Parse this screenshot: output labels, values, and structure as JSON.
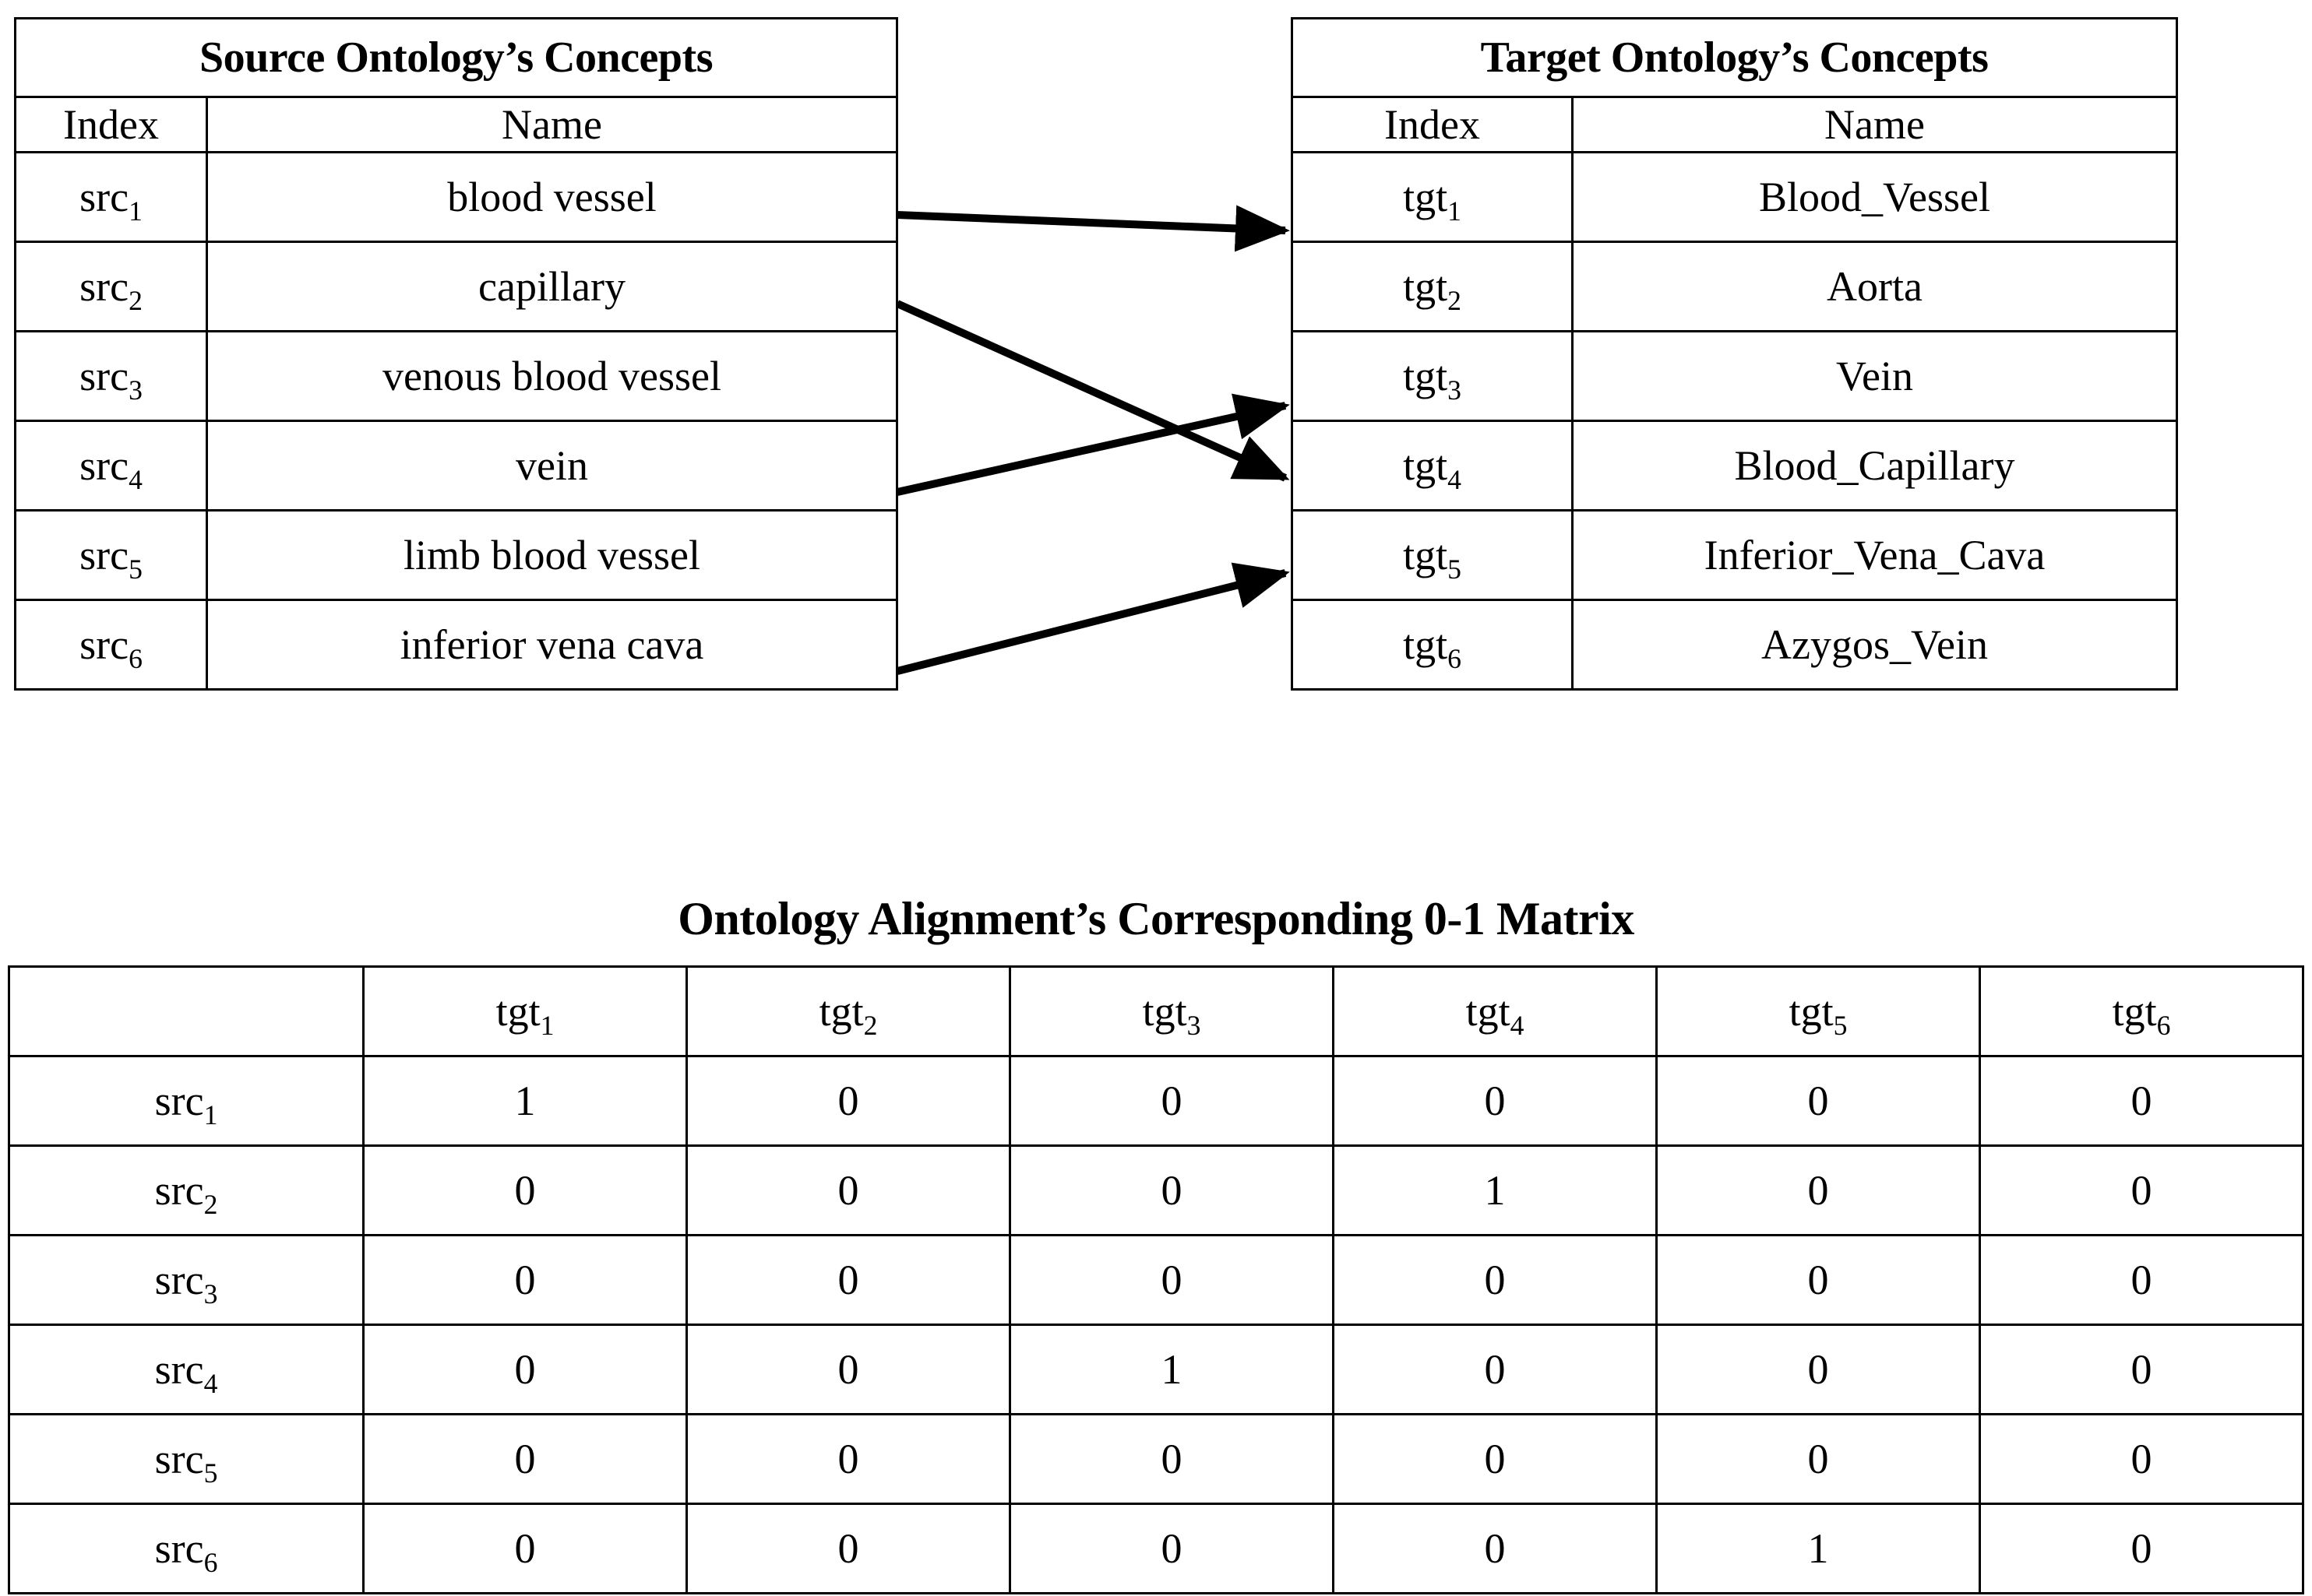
{
  "source_table": {
    "title": "Source Ontology’s Concepts",
    "columns": [
      "Index",
      "Name"
    ],
    "rows": [
      {
        "index_base": "src",
        "index_sub": "1",
        "name": "blood vessel"
      },
      {
        "index_base": "src",
        "index_sub": "2",
        "name": "capillary"
      },
      {
        "index_base": "src",
        "index_sub": "3",
        "name": "venous blood vessel"
      },
      {
        "index_base": "src",
        "index_sub": "4",
        "name": "vein"
      },
      {
        "index_base": "src",
        "index_sub": "5",
        "name": "limb blood vessel"
      },
      {
        "index_base": "src",
        "index_sub": "6",
        "name": "inferior vena cava"
      }
    ]
  },
  "target_table": {
    "title": "Target Ontology’s Concepts",
    "columns": [
      "Index",
      "Name"
    ],
    "rows": [
      {
        "index_base": "tgt",
        "index_sub": "1",
        "name": "Blood_Vessel"
      },
      {
        "index_base": "tgt",
        "index_sub": "2",
        "name": "Aorta"
      },
      {
        "index_base": "tgt",
        "index_sub": "3",
        "name": "Vein"
      },
      {
        "index_base": "tgt",
        "index_sub": "4",
        "name": "Blood_Capillary"
      },
      {
        "index_base": "tgt",
        "index_sub": "5",
        "name": "Inferior_Vena_Cava"
      },
      {
        "index_base": "tgt",
        "index_sub": "6",
        "name": "Azygos_Vein"
      }
    ]
  },
  "alignment_arrows": [
    {
      "from": "src1",
      "to": "tgt1"
    },
    {
      "from": "src2",
      "to": "tgt4"
    },
    {
      "from": "src4",
      "to": "tgt3"
    },
    {
      "from": "src6",
      "to": "tgt5"
    }
  ],
  "matrix": {
    "title": "Ontology Alignment’s Corresponding 0-1 Matrix",
    "corner_label": "",
    "col_headers": [
      {
        "base": "tgt",
        "sub": "1"
      },
      {
        "base": "tgt",
        "sub": "2"
      },
      {
        "base": "tgt",
        "sub": "3"
      },
      {
        "base": "tgt",
        "sub": "4"
      },
      {
        "base": "tgt",
        "sub": "5"
      },
      {
        "base": "tgt",
        "sub": "6"
      }
    ],
    "row_headers": [
      {
        "base": "src",
        "sub": "1"
      },
      {
        "base": "src",
        "sub": "2"
      },
      {
        "base": "src",
        "sub": "3"
      },
      {
        "base": "src",
        "sub": "4"
      },
      {
        "base": "src",
        "sub": "5"
      },
      {
        "base": "src",
        "sub": "6"
      }
    ],
    "values": [
      [
        "1",
        "0",
        "0",
        "0",
        "0",
        "0"
      ],
      [
        "0",
        "0",
        "0",
        "1",
        "0",
        "0"
      ],
      [
        "0",
        "0",
        "0",
        "0",
        "0",
        "0"
      ],
      [
        "0",
        "0",
        "1",
        "0",
        "0",
        "0"
      ],
      [
        "0",
        "0",
        "0",
        "0",
        "0",
        "0"
      ],
      [
        "0",
        "0",
        "0",
        "0",
        "1",
        "0"
      ]
    ]
  },
  "chart_data": {
    "type": "table",
    "title": "Ontology Alignment’s Corresponding 0-1 Matrix",
    "categories": [
      "tgt1",
      "tgt2",
      "tgt3",
      "tgt4",
      "tgt5",
      "tgt6"
    ],
    "series": [
      {
        "name": "src1",
        "values": [
          1,
          0,
          0,
          0,
          0,
          0
        ]
      },
      {
        "name": "src2",
        "values": [
          0,
          0,
          0,
          1,
          0,
          0
        ]
      },
      {
        "name": "src3",
        "values": [
          0,
          0,
          0,
          0,
          0,
          0
        ]
      },
      {
        "name": "src4",
        "values": [
          0,
          0,
          1,
          0,
          0,
          0
        ]
      },
      {
        "name": "src5",
        "values": [
          0,
          0,
          0,
          0,
          0,
          0
        ]
      },
      {
        "name": "src6",
        "values": [
          0,
          0,
          0,
          0,
          1,
          0
        ]
      }
    ],
    "xlabel": "",
    "ylabel": "",
    "grid": true,
    "legend": "none"
  },
  "colors": {
    "line": "#000000",
    "background": "#ffffff",
    "text": "#000000"
  }
}
